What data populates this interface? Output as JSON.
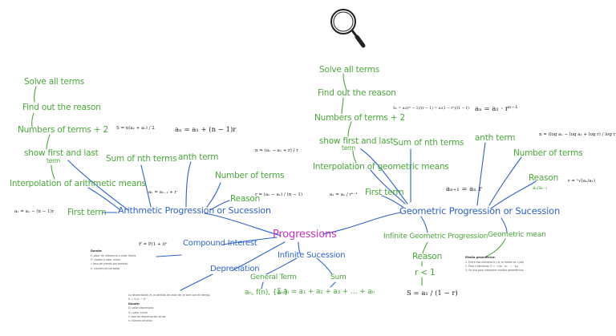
{
  "center": {
    "label": "Progressions",
    "color": "#c832b8"
  },
  "arithmetic": {
    "label": "Arithmetic Progression or Sucession",
    "color": "#2f62c8",
    "branches": {
      "solve_all_terms": "Solve all terms",
      "find_out_reason": "Find out the reason",
      "numbers_of_terms": "Numbers of terms + 2",
      "show_first_last_1": "show first and last",
      "show_first_last_2": "term",
      "interpolation": "Interpolation of arithmetic means",
      "sum_nth": "Sum of nth terms",
      "nth_term": "anth term",
      "number_of_terms": "Number of terms",
      "reason": "Reason",
      "first_term": "First term"
    },
    "formulas": {
      "sum": "S = n(a₁ + aₙ) / 2",
      "nth": "aₙ = a₁ + (n − 1)r",
      "n": "n = (aₙ − a₁ + r) / r",
      "reason": "r = (aₙ − a₁) / (n − 1)",
      "interp": "aₙ = aₙ₋₁ + r",
      "first": "a₁ = aₙ − (n − 1)r"
    }
  },
  "geometric": {
    "label": "Geometric Progression or Sucession",
    "color": "#2f62c8",
    "branches": {
      "solve_all_terms": "Solve all terms",
      "find_out_reason": "Find out the reason",
      "numbers_of_terms": "Numbers of terms + 2",
      "show_first_last_1": "show first and last",
      "show_first_last_2": "term",
      "interpolation": "Interpolation of geometric means",
      "sum_nth": "Sum of nth terms",
      "nth_term": "anth term",
      "number_of_terms": "Number of terms",
      "reason": "Reason",
      "first_term": "First term",
      "geometric_mean": "Geometric mean",
      "infinite": "Infinite Geometric Progression",
      "inf_reason": "Reason",
      "inf_condition": "r < 1"
    },
    "formulas": {
      "sum": "Sₙ = a₁(rⁿ − 1)/(r − 1) = a₁(1 − rⁿ)/(1 − r)",
      "nth": "aₙ = a₁ · rⁿ⁻¹",
      "n": "n = (log aₙ − log a₁ + log r) / log r",
      "reason": "r = ⁿ√(aₙ/a₁)",
      "reason_frac": "aₙ/aₙ₋₁",
      "recurrence": "aₙ₊₁ = aₙ r",
      "first": "a₁ = aₙ / rⁿ⁻¹",
      "infinite_sum": "S = a₁ / (1 − r)"
    }
  },
  "other": {
    "compound_interest": "Compound Interest",
    "compound_formula": "F = P(1 + i)ⁿ",
    "depreciation": "Depreciation",
    "infinite_sucession": "Infinite Sucession",
    "general_term": "General Term",
    "general_term_formula": "aₙ, f(n), {aₙ}",
    "sum": "Sum",
    "sum_formula": "Σ aᵢ = a₁ + a₂ + a₃ + … + aₙ"
  },
  "notes": {
    "compound": [
      "Donde:",
      "F: valor de referencia o valor futuro",
      "P: capital o valor inicial",
      "i: tasa de interés por período",
      "n: número de períodos"
    ],
    "geo_mean": [
      "Media geométrica:",
      "1. Entre dos números a y b, la media es √(ab)",
      "2. Para n términos: G = ⁿ√(a₁ · a₂ · … · aₙ)",
      "3. Se usa para interpolar medios geométricos"
    ],
    "depreciation": [
      "La depreciación es la pérdida de valor de un bien con el tiempo.",
      "D = V₀(1 − r)ⁿ",
      "Donde:",
      "D: valor depreciado",
      "V₀: valor inicial",
      "r: tasa de depreciación anual",
      "n: número de años"
    ]
  },
  "icon": "magnifier-icon"
}
